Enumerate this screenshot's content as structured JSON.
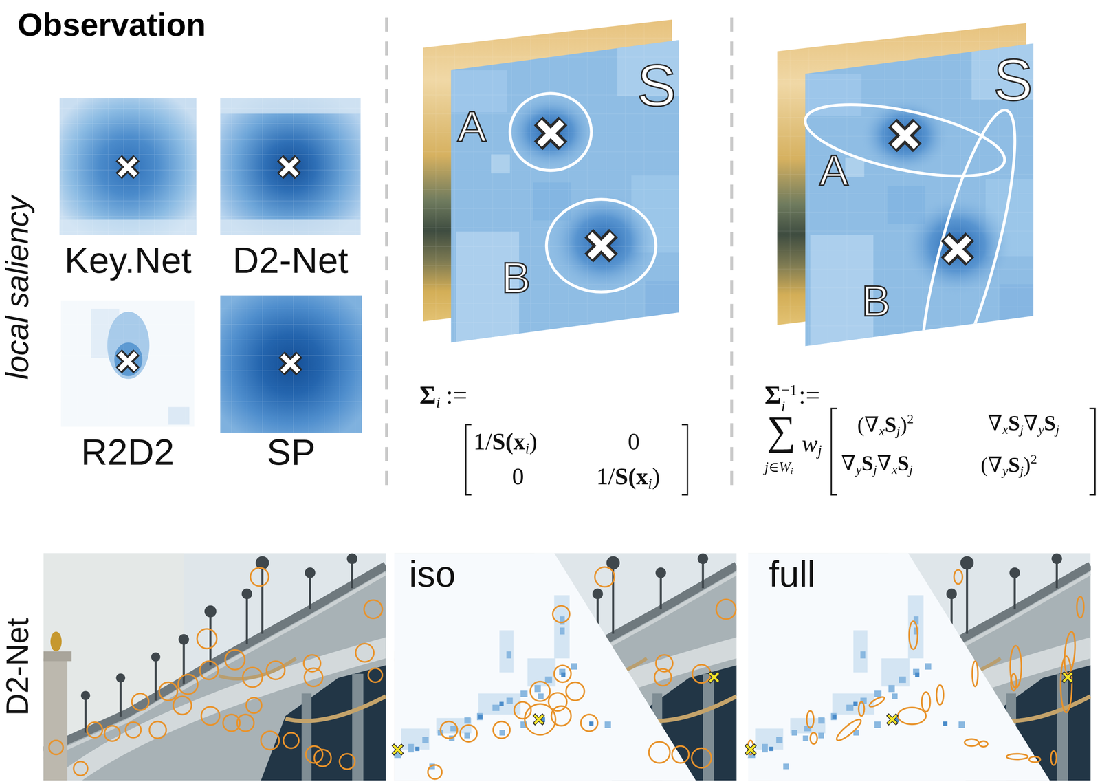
{
  "diagram": {
    "title": "Observation",
    "nodes": [
      {
        "text": [
          "Key.Net"
        ]
      },
      {
        "text": [
          "D2-Net"
        ]
      },
      {
        "text": [
          "R2D2"
        ]
      },
      {
        "text": [
          "SP"
        ]
      },
      {
        "text": [
          "A",
          "B",
          "S"
        ]
      },
      {
        "text": [
          "A",
          "B",
          "S"
        ]
      },
      {
        "text": [
          "iso"
        ]
      },
      {
        "text": [
          "full"
        ]
      }
    ],
    "labels": [
      "local saliency",
      "D2-Net",
      "Σ",
      "i",
      ":=",
      "1/",
      "S(x",
      "i",
      ")",
      "0",
      "0",
      "1/",
      "S(x",
      "i",
      ")",
      "Σ",
      "i",
      "−1",
      ":=",
      "∑",
      "j∈",
      "W",
      "i",
      "w",
      "j",
      "(∇",
      "x",
      "S",
      "j",
      ")",
      "2",
      "∇",
      "x",
      "S",
      "j",
      "∇",
      "y",
      "S",
      "j",
      "∇",
      "y",
      "S",
      "j",
      "∇",
      "x",
      "S",
      "j",
      "(∇",
      "y",
      "S",
      "j",
      ")",
      "2"
    ]
  }
}
